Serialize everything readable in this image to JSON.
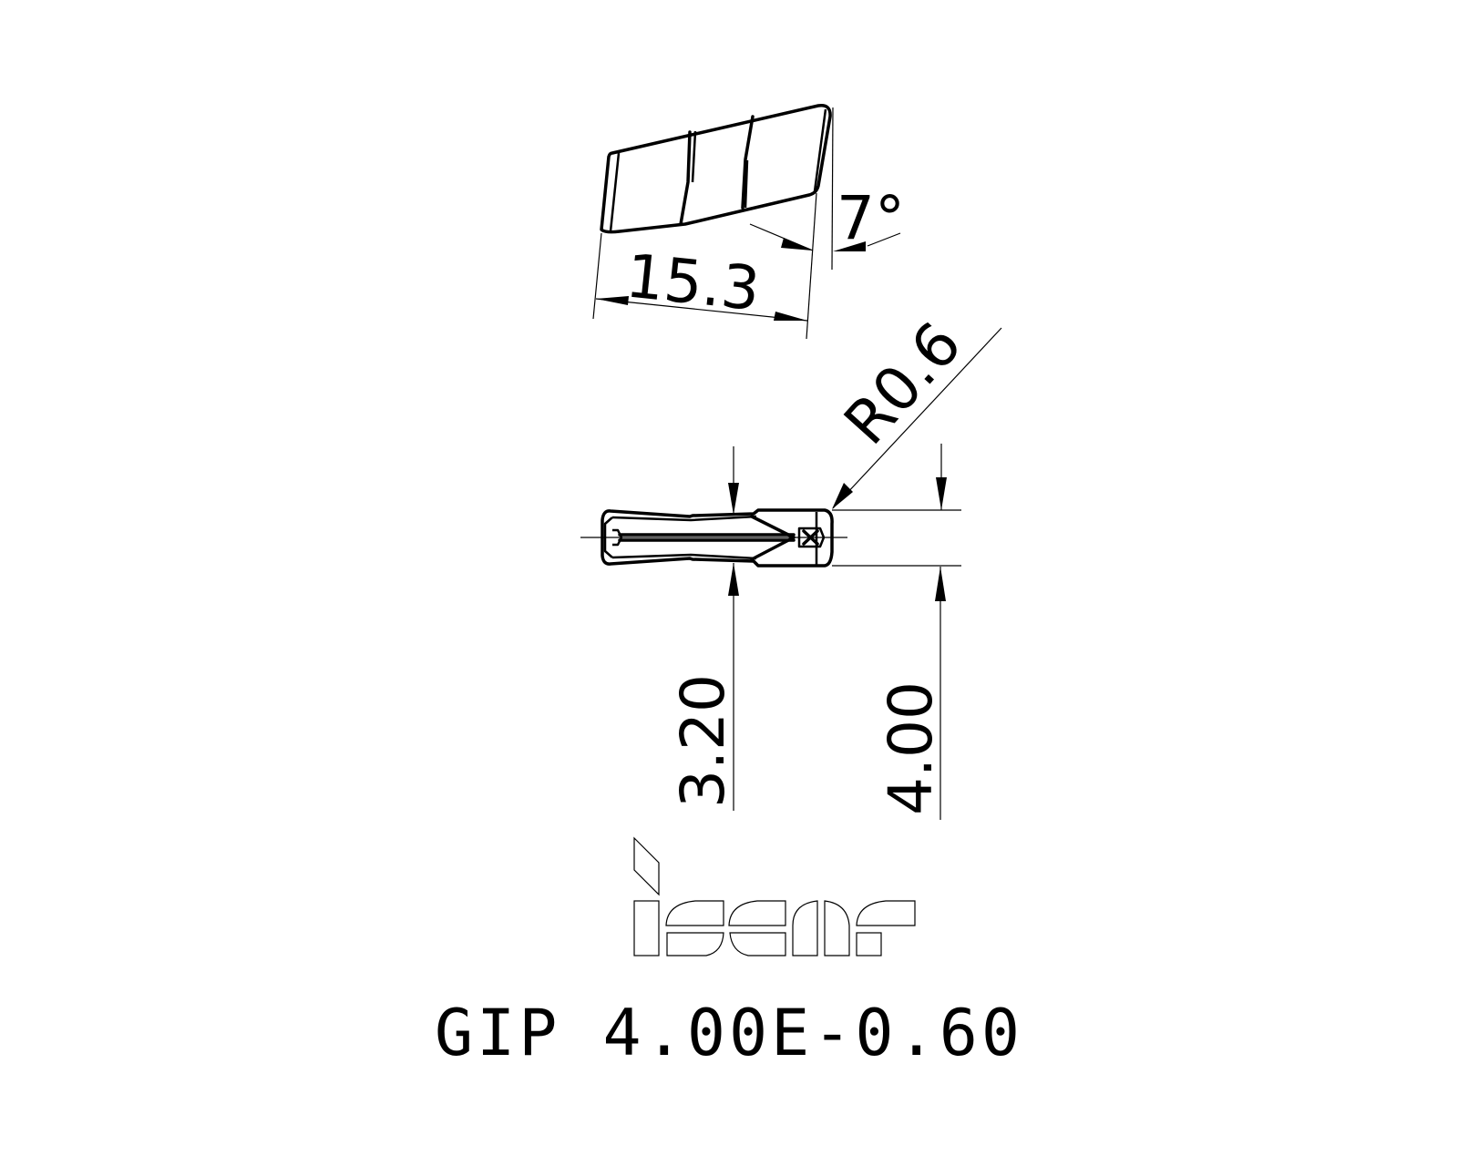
{
  "drawing": {
    "product_code": "GIP 4.00E-0.60",
    "brand": "iscar",
    "colors": {
      "line": "#000000",
      "background": "#ffffff"
    },
    "top_view": {
      "dimensions": {
        "length": "15.3",
        "angle": "7°"
      }
    },
    "front_view": {
      "dimensions": {
        "corner_radius": "R0.6",
        "inner_width": "3.20",
        "width": "4.00"
      }
    }
  }
}
